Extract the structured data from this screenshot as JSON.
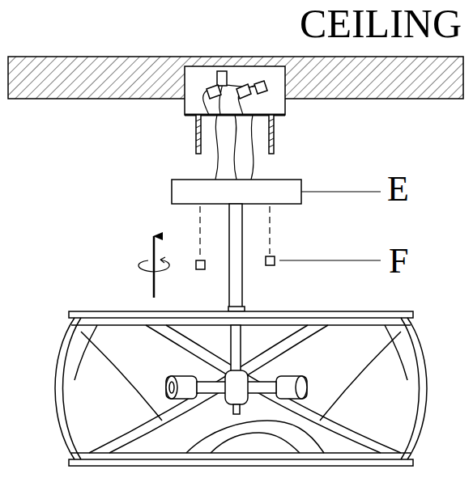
{
  "diagram": {
    "labels": [
      "CEILING",
      "E",
      "F"
    ]
  }
}
